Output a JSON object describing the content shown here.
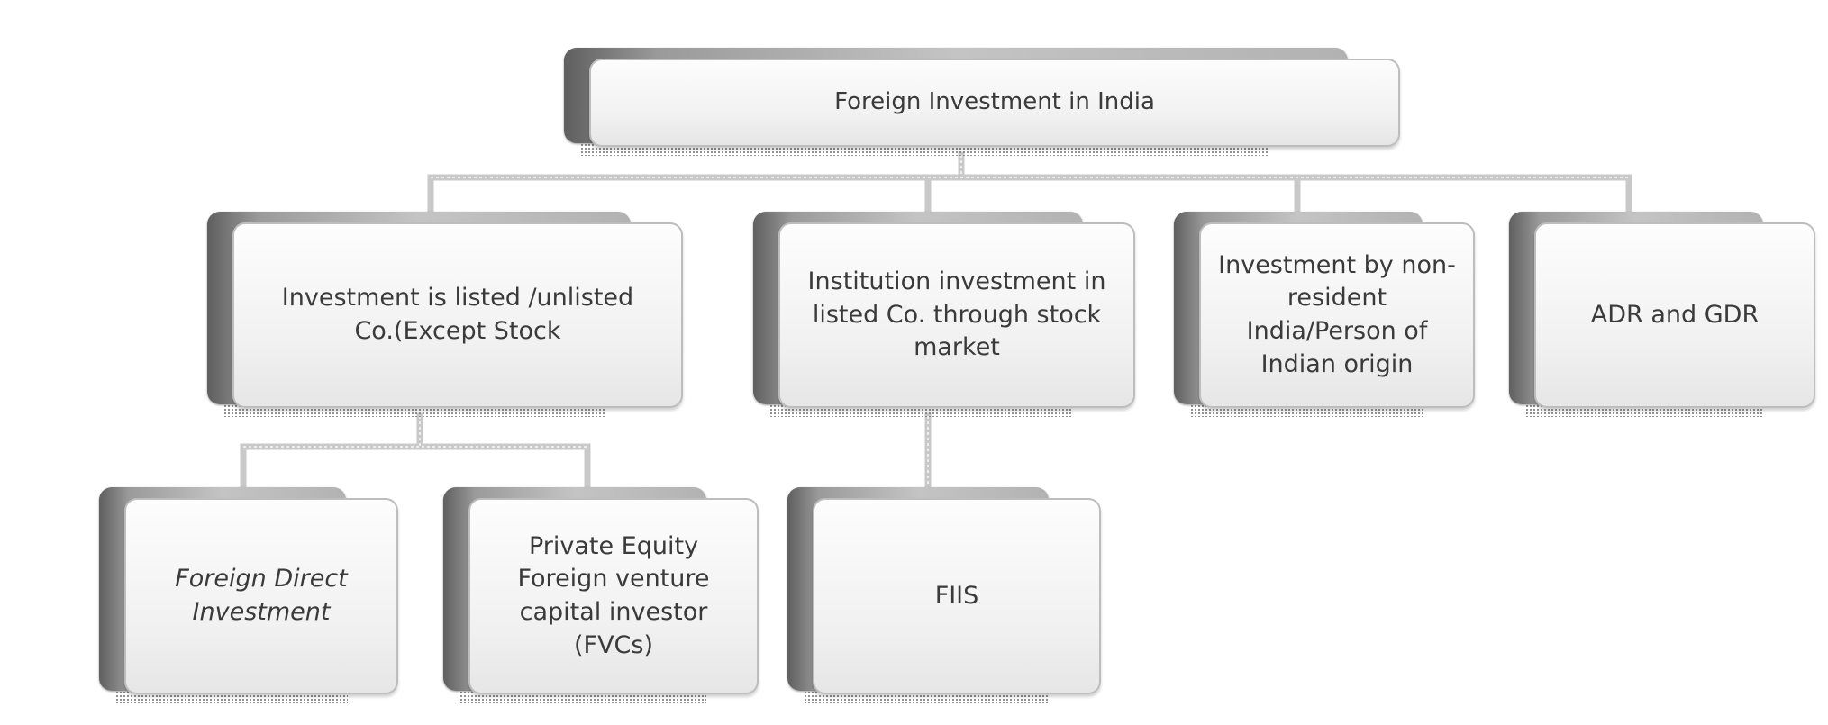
{
  "diagram": {
    "root": {
      "label": "Foreign Investment in India"
    },
    "level1": [
      {
        "label": "Investment is listed /unlisted\nCo.(Except Stock"
      },
      {
        "label": "Institution  investment in\nlisted Co. through stock\nmarket"
      },
      {
        "label": "Investment by non-\nresident\nIndia/Person of\nIndian origin"
      },
      {
        "label": "ADR and GDR"
      }
    ],
    "level2": [
      {
        "label": "Foreign Direct\nInvestment"
      },
      {
        "label": "Private Equity\nForeign venture\ncapital investor\n(FVCs)"
      },
      {
        "label": "FIIS"
      }
    ]
  },
  "colors": {
    "connector": "#c7c7c7",
    "box_fill": "#f4f4f4",
    "box_back": "#9a9a9a",
    "text": "#3a3a3a"
  }
}
